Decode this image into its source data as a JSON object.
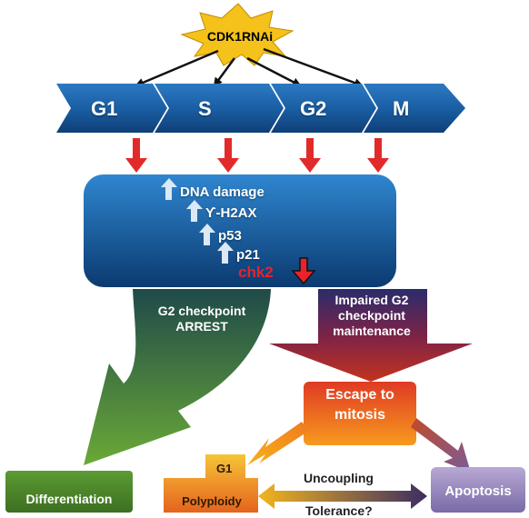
{
  "title_burst": "CDK1RNAi",
  "phases": [
    "G1",
    "S",
    "G2",
    "M"
  ],
  "effects": [
    {
      "label": "DNA damage",
      "direction": "up"
    },
    {
      "label": "ϒ-H2AX",
      "direction": "up"
    },
    {
      "label": "p53",
      "direction": "up"
    },
    {
      "label": "p21",
      "direction": "up"
    },
    {
      "label": "chk2",
      "direction": "down"
    }
  ],
  "arrest_label": "G2 checkpoint ARREST",
  "impaired_label": "Impaired G2 checkpoint maintenance",
  "escape_label": "Escape to mitosis",
  "outcomes": {
    "differentiation": "Differentiation",
    "polyploidy_g1": "G1",
    "polyploidy": "Polyploidy",
    "apoptosis": "Apoptosis"
  },
  "link_labels": {
    "uncoupling": "Uncoupling",
    "tolerance": "Tolerance?"
  },
  "colors": {
    "phase_blue": "#1d5fa3",
    "red_arrow": "#e22a2a",
    "green": "#4e8a2c",
    "maroon": "#7b2347",
    "orange": "#f06a1e",
    "purple": "#7a6aa6",
    "gold": "#f3b51c",
    "chk2_red": "#e8232a"
  }
}
